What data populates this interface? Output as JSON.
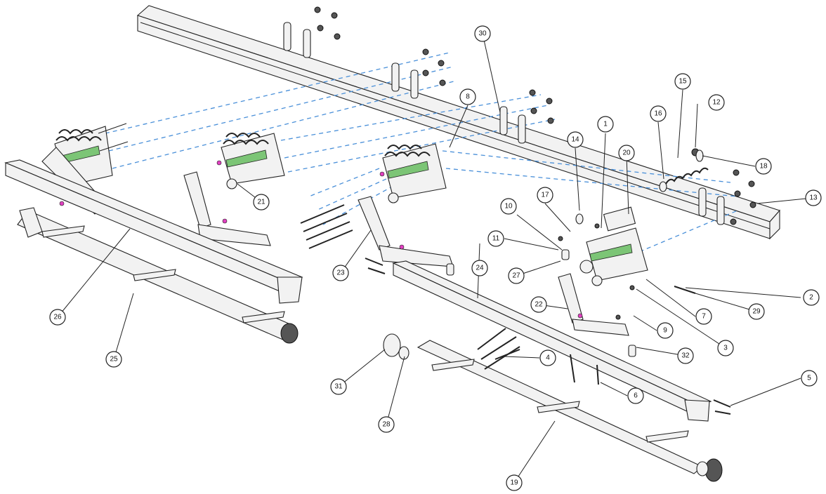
{
  "diagram": {
    "colors": {
      "line": "#222222",
      "hidden_line": "#4a90d9",
      "green_accent": "#7cc576",
      "pink_accent": "#e040c0",
      "background": "#ffffff"
    },
    "callouts": [
      {
        "id": "c1",
        "label": "1"
      },
      {
        "id": "c2",
        "label": "2"
      },
      {
        "id": "c3",
        "label": "3"
      },
      {
        "id": "c4",
        "label": "4"
      },
      {
        "id": "c5",
        "label": "5"
      },
      {
        "id": "c6",
        "label": "6"
      },
      {
        "id": "c7",
        "label": "7"
      },
      {
        "id": "c8",
        "label": "8"
      },
      {
        "id": "c9",
        "label": "9"
      },
      {
        "id": "c10",
        "label": "10"
      },
      {
        "id": "c11",
        "label": "11"
      },
      {
        "id": "c12",
        "label": "12"
      },
      {
        "id": "c13",
        "label": "13"
      },
      {
        "id": "c14",
        "label": "14"
      },
      {
        "id": "c15",
        "label": "15"
      },
      {
        "id": "c16",
        "label": "16"
      },
      {
        "id": "c17",
        "label": "17"
      },
      {
        "id": "c18",
        "label": "18"
      },
      {
        "id": "c19",
        "label": "19"
      },
      {
        "id": "c20",
        "label": "20"
      },
      {
        "id": "c21",
        "label": "21"
      },
      {
        "id": "c22",
        "label": "22"
      },
      {
        "id": "c23",
        "label": "23"
      },
      {
        "id": "c24",
        "label": "24"
      },
      {
        "id": "c25",
        "label": "25"
      },
      {
        "id": "c26",
        "label": "26"
      },
      {
        "id": "c27",
        "label": "27"
      },
      {
        "id": "c28",
        "label": "28"
      },
      {
        "id": "c29",
        "label": "29"
      },
      {
        "id": "c30",
        "label": "30"
      },
      {
        "id": "c31",
        "label": "31"
      },
      {
        "id": "c32",
        "label": "32"
      }
    ]
  }
}
